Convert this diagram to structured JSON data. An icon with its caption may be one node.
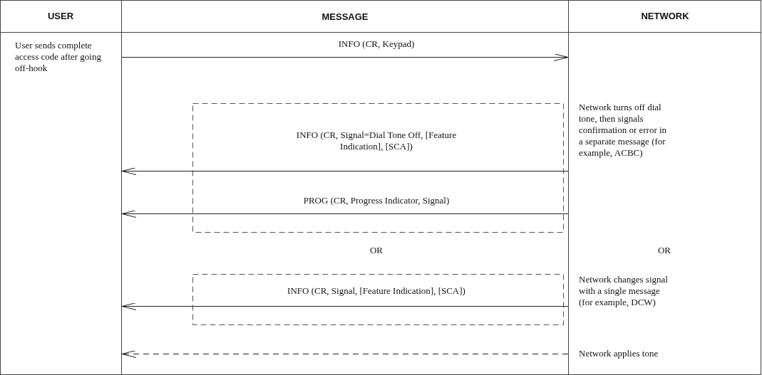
{
  "diagram": {
    "nodes": [
      {
        "text": [
          "User sends complete access code after going off-hook"
        ]
      },
      {
        "text": [
          "Network turns off dial tone, then signals confirmation or error in a separate message (for example, ACBC)",
          "OR",
          "Network changes signal with a single message (for example, DCW)",
          "Network applies tone"
        ]
      }
    ],
    "edges": [
      {
        "from": 0,
        "to": 1,
        "arrow": "to",
        "label": "INFO (CR, Keypad)"
      },
      {
        "from": 1,
        "to": 0,
        "arrow": "to",
        "label": "INFO (CR, Signal=Dial Tone Off, [Feature Indication], [SCA])"
      },
      {
        "from": 1,
        "to": 0,
        "arrow": "to",
        "label": "PROG (CR, Progress Indicator, Signal)"
      },
      {
        "from": 1,
        "to": 0,
        "arrow": "to",
        "label": "INFO (CR, Signal, [Feature Indication], [SCA])"
      },
      {
        "from": 1,
        "to": 0,
        "arrow": "to",
        "style": "dashed"
      }
    ],
    "labels": [
      "USER",
      "MESSAGE",
      "NETWORK",
      "OR"
    ]
  }
}
